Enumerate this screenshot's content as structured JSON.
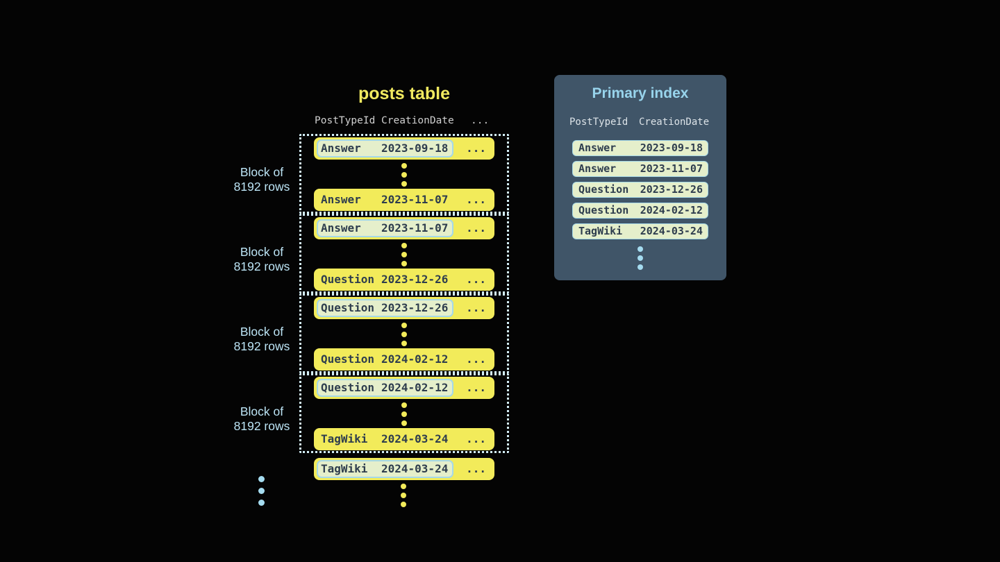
{
  "colors": {
    "background": "#040404",
    "row_yellow": "#f2eb5a",
    "highlight_green": "#e5efcb",
    "highlight_border_blue": "#a5d8e8",
    "row_text_dark": "#2e3d4e",
    "title_yellow": "#f1ea60",
    "block_label_blue": "#bce4f5",
    "dotted_border": "#d4eef7",
    "panel_background": "#405568",
    "panel_title_blue": "#98d4ec",
    "column_header_gray": "#cfcfcf",
    "blue_dot": "#a5dcf0"
  },
  "posts_table": {
    "title": "posts table",
    "columns": [
      "PostTypeId",
      "CreationDate"
    ],
    "ellipsis": "...",
    "block_label": {
      "line1": "Block of",
      "line2": "8192 rows"
    },
    "blocks": [
      {
        "first_row": {
          "post_type": "Answer",
          "creation_date": "2023-09-18"
        },
        "last_row": {
          "post_type": "Answer",
          "creation_date": "2023-11-07"
        }
      },
      {
        "first_row": {
          "post_type": "Answer",
          "creation_date": "2023-11-07"
        },
        "last_row": {
          "post_type": "Question",
          "creation_date": "2023-12-26"
        }
      },
      {
        "first_row": {
          "post_type": "Question",
          "creation_date": "2023-12-26"
        },
        "last_row": {
          "post_type": "Question",
          "creation_date": "2024-02-12"
        }
      },
      {
        "first_row": {
          "post_type": "Question",
          "creation_date": "2024-02-12"
        },
        "last_row": {
          "post_type": "TagWiki",
          "creation_date": "2024-03-24"
        }
      }
    ],
    "overflow_row": {
      "post_type": "TagWiki",
      "creation_date": "2024-03-24"
    }
  },
  "primary_index": {
    "title": "Primary index",
    "columns": [
      "PostTypeId",
      "CreationDate"
    ],
    "rows": [
      {
        "post_type": "Answer",
        "creation_date": "2023-09-18"
      },
      {
        "post_type": "Answer",
        "creation_date": "2023-11-07"
      },
      {
        "post_type": "Question",
        "creation_date": "2023-12-26"
      },
      {
        "post_type": "Question",
        "creation_date": "2024-02-12"
      },
      {
        "post_type": "TagWiki",
        "creation_date": "2024-03-24"
      }
    ]
  }
}
